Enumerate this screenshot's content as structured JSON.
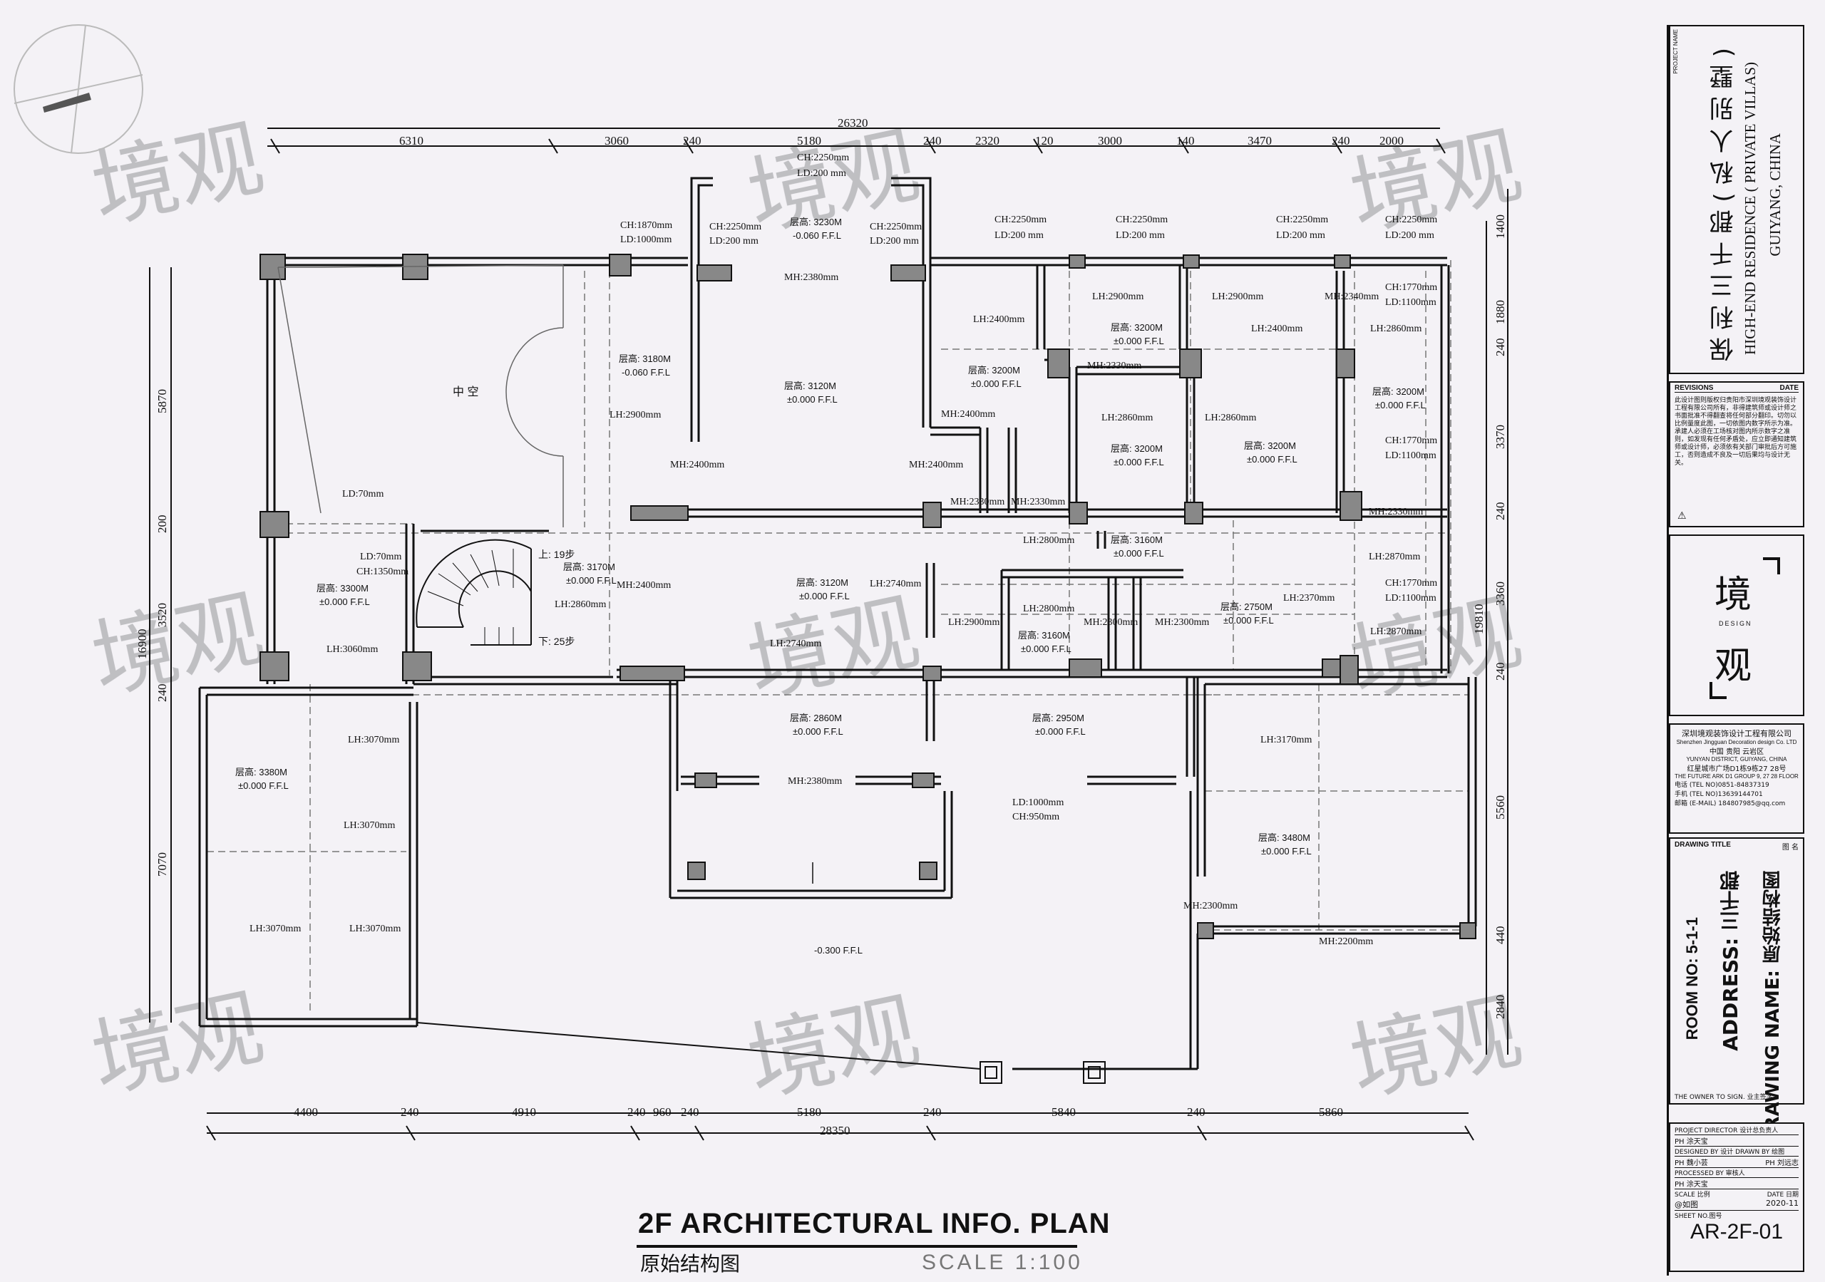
{
  "drawing": {
    "title": "2F ARCHITECTURAL INFO.  PLAN",
    "subtitle": "原始结构图",
    "scale": "SCALE 1:100"
  },
  "watermark": {
    "text": "境观",
    "sub": "DESIGN"
  },
  "dims_top": {
    "total": "26320",
    "segments": [
      "6310",
      "3060",
      "240",
      "5180",
      "240",
      "2320",
      "120",
      "3000",
      "140",
      "3470",
      "240",
      "2000"
    ]
  },
  "dims_bottom": {
    "total": "28350",
    "segments": [
      "4400",
      "240",
      "4910",
      "240",
      "960",
      "240",
      "5180",
      "240",
      "5840",
      "240",
      "5860"
    ]
  },
  "dims_left": {
    "total": "16900",
    "segments": [
      "5870",
      "200",
      "3520",
      "240",
      "7070"
    ]
  },
  "dims_right": {
    "total": "19810",
    "segments": [
      "1400",
      "1880",
      "240",
      "3370",
      "240",
      "3360",
      "240",
      "5560",
      "440",
      "2840"
    ]
  },
  "labels": {
    "void": "中 空",
    "ch2250": "CH:2250mm",
    "ld200": "LD:200 mm",
    "ch1870": "CH:1870mm",
    "ld1000": "LD:1000mm",
    "ch1770": "CH:1770mm",
    "ld1100": "LD:1100mm",
    "mh2380": "MH:2380mm",
    "mh2400": "MH:2400mm",
    "mh2340": "MH:2340mm",
    "mh2330": "MH:2330mm",
    "mh2300": "MH:2300mm",
    "mh2200": "MH:2200mm",
    "lh2900": "LH:2900mm",
    "lh2400": "LH:2400mm",
    "lh2860": "LH:2860mm",
    "lh2800": "LH:2800mm",
    "lh2740": "LH:2740mm",
    "lh2370": "LH:2370mm",
    "lh2870": "LH:2870mm",
    "lh3060": "LH:3060mm",
    "lh3070": "LH:3070mm",
    "lh3170": "LH:3170mm",
    "ld70": "LD:70mm",
    "ch1350": "CH:1350mm",
    "ld1000b": "LD:1000mm",
    "ch950": "CH:950mm",
    "ffl0": "±0.000 F.F.L",
    "ffl060": "-0.060 F.F.L",
    "ffl300": "-0.300 F.F.L",
    "up": "上:  19步",
    "down": "下:  25步",
    "h3230": "层高: 3230M",
    "h3180": "层高: 3180M",
    "h3120": "层高: 3120M",
    "h3200": "层高: 3200M",
    "h3160": "层高: 3160M",
    "h3300": "层高: 3300M",
    "h3170": "层高: 3170M",
    "h2750": "层高: 2750M",
    "h3380": "层高: 3380M",
    "h2860": "层高: 2860M",
    "h2950": "层高: 2950M",
    "h3480": "层高: 3480M"
  },
  "titleblock": {
    "project_name_label": "PROJECT NAME",
    "project_cn": "保 利 三 千 郡 ( 私 人 别 墅 )",
    "project_en": "HIGH-END RESIDENCE ( PRIVATE VILLAS)",
    "project_loc": "GUIYANG, CHINA",
    "revisions": "REVISIONS",
    "date": "DATE",
    "notice": "此设计图则版权归贵阳市深圳境观装饰设计工程有限公司所有，非得建筑师或设计师之书面批准不得翻查将任何部分翻印。切勿以比例量度此图，一切依图内数字所示为准。承建人必须在工场核对图内所示数字之准则，如发现有任何矛盾处，应立即通知建筑师或设计师，必须依有关部门审批后方可施工，否则造成不良及一切后果均与设计无关。",
    "logo_1": "境",
    "logo_2": "观",
    "logo_design": "DESIGN",
    "company_cn": "深圳境观装饰设计工程有限公司",
    "company_en": "Shenzhen Jingguan Decoration design Co. LTD",
    "addr_cn": "中国    贵阳    云岩区",
    "addr_en": "YUNYAN DISTRICT, GUIYANG, CHINA",
    "addr2_cn": "红星城市广场D1栋9栋27 28号",
    "addr2_en": "THE FUTURE ARK D1 GROUP 9, 27 28 FLOOR",
    "tel": "电话   (TEL NO)0851-84837319",
    "mobile": "手机   (TEL NO)13639144701",
    "email": "邮箱   (E-MAIL) 184807985@qq.com",
    "drawing_title_label": "DRAWING TITLE",
    "drawing_title_cn": "图 名",
    "room_no": "ROOM NO:  5-1-1",
    "address": "ADDRESS:  三千郡",
    "drawing_name": "DRAWING NAME:  原始结构图",
    "owner_sign": "THE OWNER TO SIGN.  业主签字:",
    "proj_director": "PROJECT DIRECTOR   设计总负责人",
    "ph1": "PH    涂天宝",
    "designed_by": "DESIGNED BY  设计  DRAWN BY 绘图",
    "ph2a": "PH    魏小芸",
    "ph2b": "PH   刘远志",
    "processed_by": "PROCESSED BY  审核人",
    "ph3": "PH    涂天宝",
    "scale_label": "SCALE  比例",
    "date_label": "DATE   日期",
    "scale_val": "@如图",
    "date_val": "2020-11",
    "sheet_label": "SHEET NO.图号",
    "sheet_no": "AR-2F-01"
  }
}
